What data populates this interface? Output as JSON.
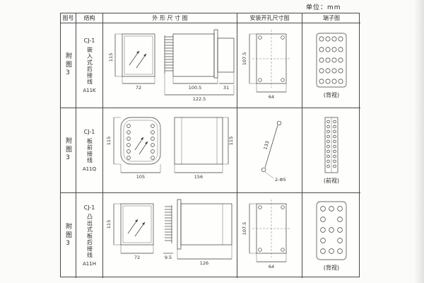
{
  "unit_label": "单位：mm",
  "headers": {
    "fig": "图号",
    "structure": "结构",
    "outline": "外 形 尺 寸 图",
    "install": "安装开孔尺寸图",
    "terminal": "端子图"
  },
  "rows": [
    {
      "fig": "附图3",
      "model": "CJ-1",
      "desc": "嵌入式后接线",
      "code": "A11K",
      "dims": {
        "front_h": "115",
        "front_w": "72",
        "side_top": "100.5",
        "side_total": "122.5",
        "side_depth": "31"
      },
      "install": {
        "h": "107.5",
        "w": "64"
      },
      "terminal_view": "(背视)"
    },
    {
      "fig": "附图3",
      "model": "CJ-1",
      "desc": "板前接线",
      "code": "A11Q",
      "dims": {
        "front_h": "115",
        "front_w": "105",
        "side_w": "156",
        "side_h": "115"
      },
      "install": {
        "len": "133",
        "hole": "2-Φ5"
      },
      "terminal_view": "(前视)"
    },
    {
      "fig": "附图3",
      "model": "CJ-1",
      "desc": "凸出式板后接线",
      "code": "A11H",
      "dims": {
        "front_h": "115",
        "front_w": "72",
        "comb": "9.5",
        "side_w": "126"
      },
      "install": {
        "h": "107.5",
        "w": "64"
      },
      "terminal_view": "(背视)"
    }
  ]
}
